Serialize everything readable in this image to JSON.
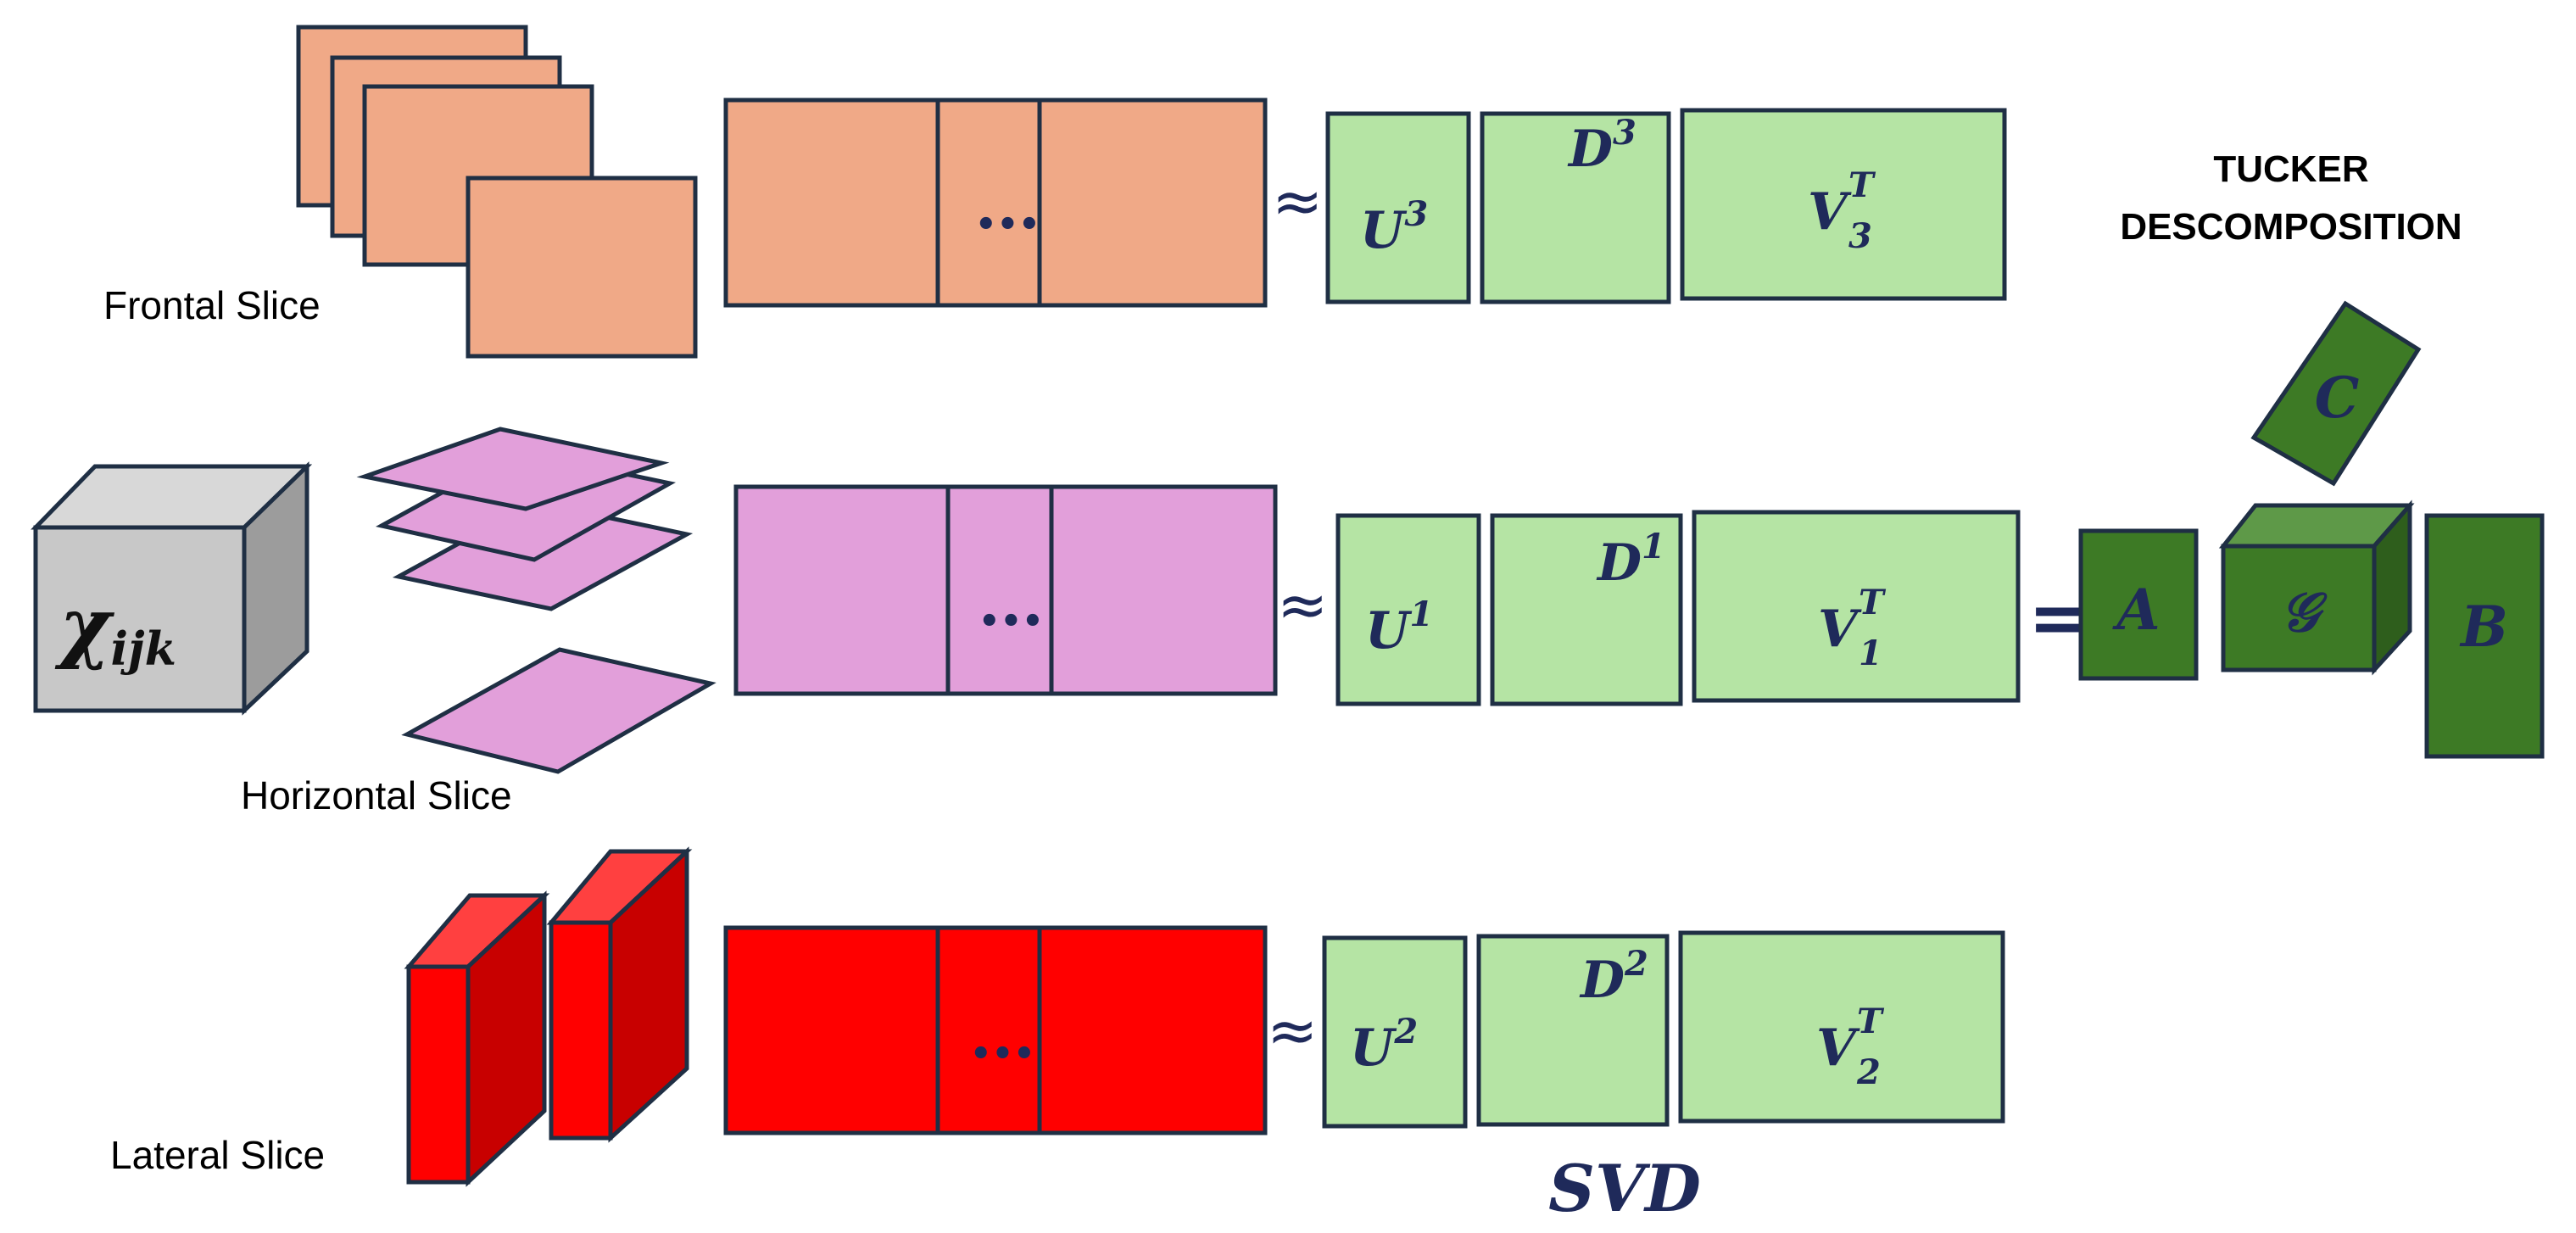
{
  "labels": {
    "frontal": "Frontal Slice",
    "horizontal": "Horizontal Slice",
    "lateral": "Lateral Slice",
    "tucker_line1": "TUCKER",
    "tucker_line2": "DESCOMPOSITION",
    "svd": "SVD"
  },
  "tensor": {
    "base": "χ",
    "sub": "ijk"
  },
  "symbols": {
    "approx": "≈",
    "equals": "=",
    "ellipsis": "•••"
  },
  "rows": {
    "frontal": {
      "u": "U",
      "u_sup": "3",
      "d": "D",
      "d_sup": "3",
      "v": "V",
      "v_sup": "T",
      "v_sub": "3"
    },
    "horizontal": {
      "u": "U",
      "u_sup": "1",
      "d": "D",
      "d_sup": "1",
      "v": "V",
      "v_sup": "T",
      "v_sub": "1"
    },
    "lateral": {
      "u": "U",
      "u_sup": "2",
      "d": "D",
      "d_sup": "2",
      "v": "V",
      "v_sup": "T",
      "v_sub": "2"
    }
  },
  "tucker": {
    "a": "A",
    "b": "B",
    "c": "C",
    "core": "𝒢"
  },
  "colors": {
    "frontal": "#f0a987",
    "horizontal": "#e29fda",
    "lateral": "#ff0000",
    "lateral_dark": "#c80000",
    "lateral_top": "#ff4040",
    "svd_block": "#b5e4a4",
    "tucker_green": "#3d7a25",
    "cube_front": "#c8c8c8",
    "cube_top": "#d8d8d8",
    "cube_side": "#9c9c9c",
    "stroke": "#1f2f44",
    "math": "#1f2a5a"
  }
}
